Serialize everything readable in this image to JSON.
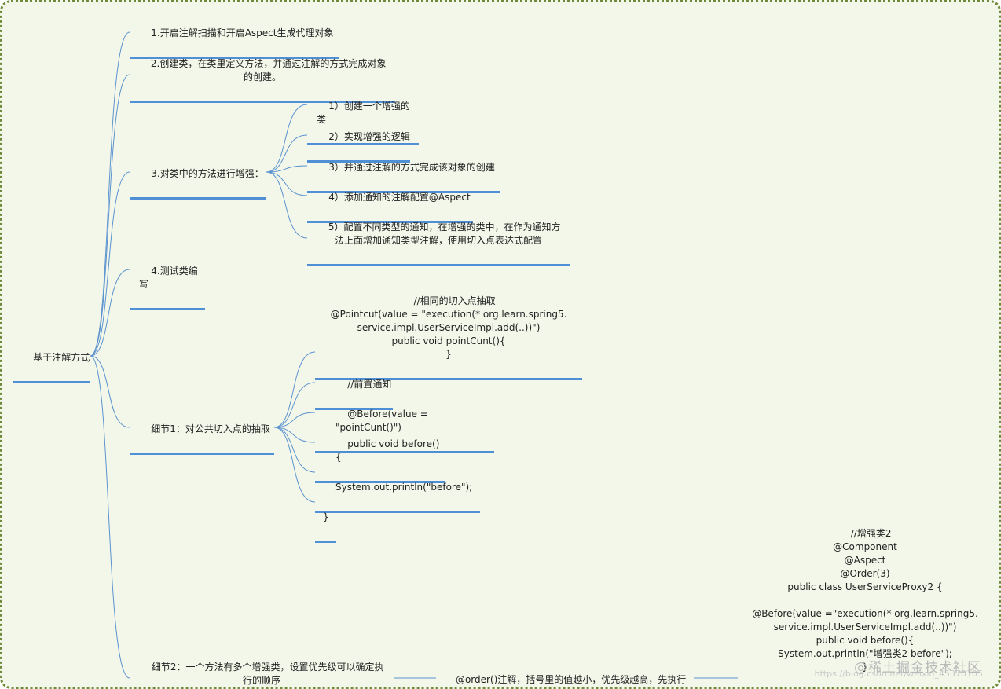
{
  "root": {
    "label": "基于注解方式"
  },
  "branches": {
    "b1": "1.开启注解扫描和开启Aspect生成代理对象",
    "b2": "2.创建类，在类里定义方法，并通过注解的方式完成对象\n的创建。",
    "b3": "3.对类中的方法进行增强：",
    "b3_children": [
      "1）创建一个增强的类",
      "2）实现增强的逻辑",
      "3）并通过注解的方式完成该对象的创建",
      "4）添加通知的注解配置@Aspect",
      "5）配置不同类型的通知，在增强的类中，在作为通知方\n法上面增加通知类型注解，使用切入点表达式配置"
    ],
    "b4": "4.测试类编写",
    "b5": "细节1：对公共切入点的抽取",
    "b5_children": [
      "//相同的切入点抽取\n@Pointcut(value = \"execution(* org.learn.spring5.\nservice.impl.UserServiceImpl.add(..))\")\npublic void pointCunt(){\n}",
      "//前置通知",
      "@Before(value = \"pointCunt()\")",
      "public void before(){",
      "System.out.println(\"before\");",
      "}"
    ],
    "b6": "细节2：一个方法有多个增强类，设置优先级可以确定执\n行的顺序",
    "b6_child": "@order()注解，括号里的值越小，优先级越高，先执行",
    "b6_grandchild": "//增强类2\n@Component\n@Aspect\n@Order(3)\npublic class UserServiceProxy2 {\n\n@Before(value =\"execution(* org.learn.spring5.\nservice.impl.UserServiceImpl.add(..))\")\npublic void before(){\nSystem.out.println(\"增强类2 before\");\n}"
  },
  "watermark": "@稀土掘金技术社区",
  "watermark_url": "https://blog.csdn.net/weixin_45370105",
  "colors": {
    "line": "#4f8fd6",
    "border": "#6f8a3a",
    "background": "#f3f7ea"
  }
}
